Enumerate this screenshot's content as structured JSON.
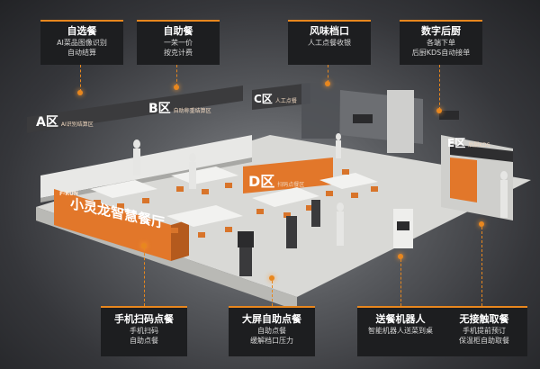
{
  "callouts_top": [
    {
      "title": "自选餐",
      "lines": [
        "AI菜品图像识别",
        "自动结算"
      ]
    },
    {
      "title": "自助餐",
      "lines": [
        "一荣一价",
        "按克计费"
      ]
    },
    {
      "title": "风味档口",
      "lines": [
        "人工点餐收银"
      ]
    },
    {
      "title": "数字后厨",
      "lines": [
        "各端下单",
        "后厨KDS自动接单"
      ]
    }
  ],
  "callouts_bottom": [
    {
      "title": "手机扫码点餐",
      "lines": [
        "手机扫码",
        "自助点餐"
      ]
    },
    {
      "title": "大屏自助点餐",
      "lines": [
        "自助点餐",
        "缓解档口压力"
      ]
    },
    {
      "title": "送餐机器人",
      "lines": [
        "智能机器人送菜到桌"
      ]
    },
    {
      "title": "无接触取餐",
      "lines": [
        "手机提前预订",
        "保温柜自助取餐"
      ]
    }
  ],
  "zones": [
    {
      "label": "A区",
      "sub": "AI识别结算区"
    },
    {
      "label": "B区",
      "sub": "自助称重结算区"
    },
    {
      "label": "C区",
      "sub": "人工点餐"
    },
    {
      "label": "D区",
      "sub": "扫码点餐区"
    },
    {
      "label": "E区",
      "sub": "后厨KDS"
    }
  ],
  "brand": {
    "small": "F-RUN",
    "name": "小灵龙智慧餐厅"
  },
  "colors": {
    "accent": "#e8871e",
    "panel": "#1d1e20"
  }
}
